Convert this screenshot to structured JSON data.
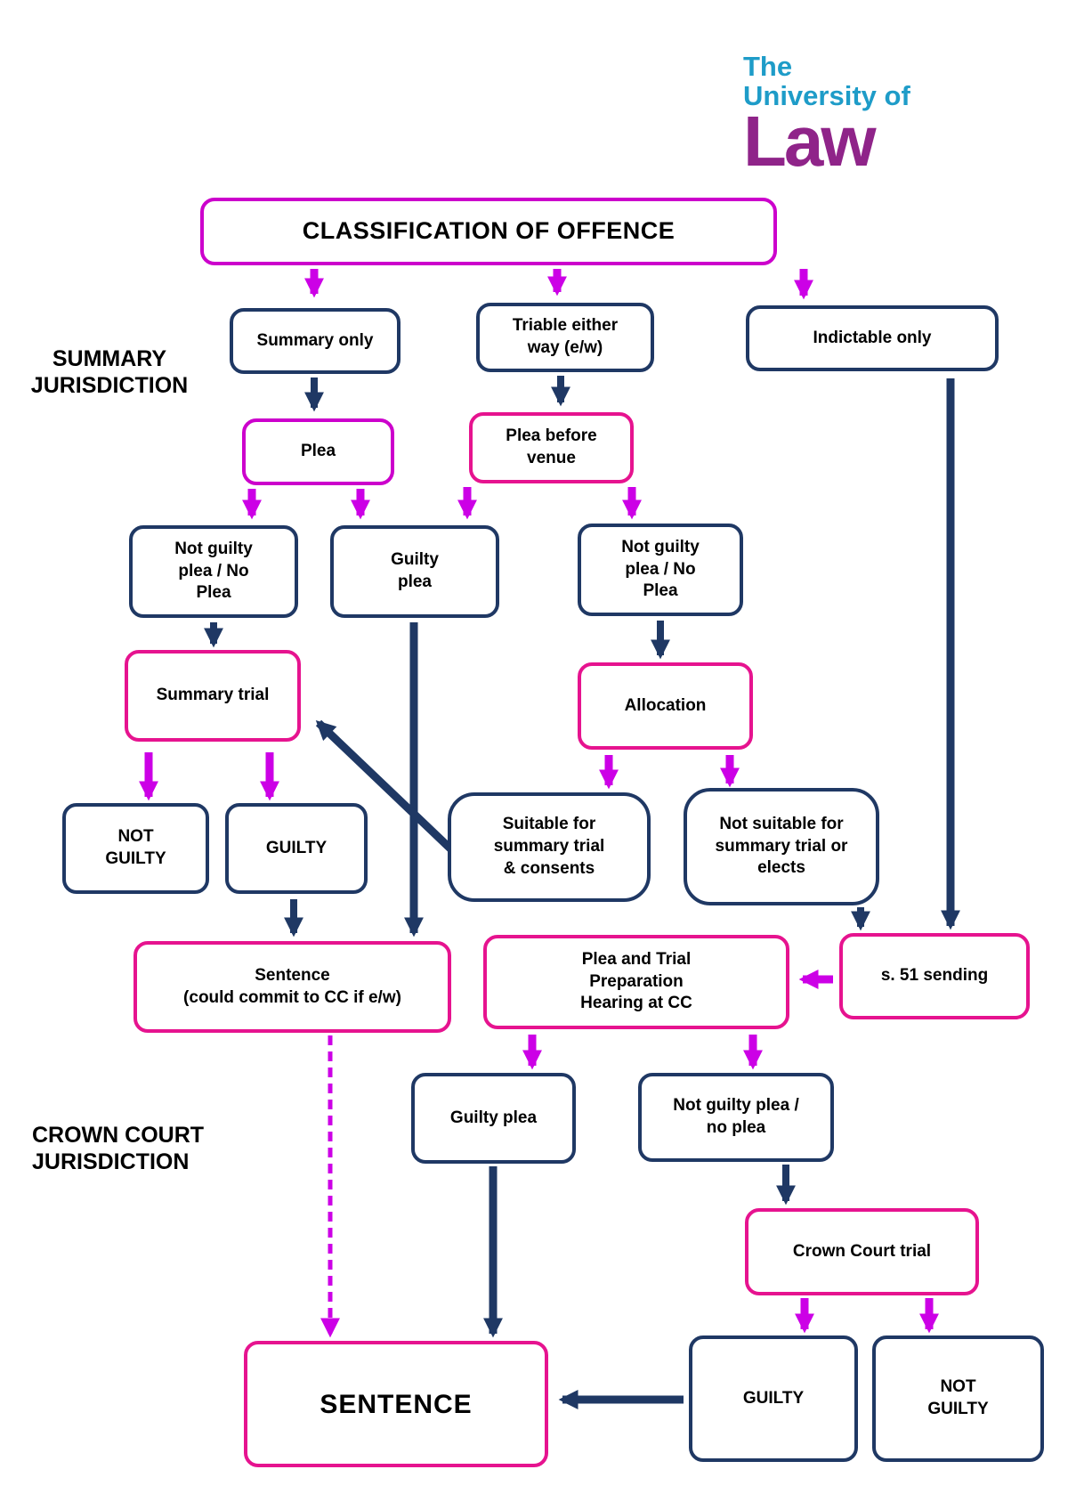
{
  "logo": {
    "line1": "The",
    "line2": "University of",
    "line3": "Law"
  },
  "sections": {
    "summary_jurisdiction": "SUMMARY\nJURISDICTION",
    "crown_court_jurisdiction": "CROWN COURT\nJURISDICTION"
  },
  "nodes": {
    "classification": "CLASSIFICATION OF OFFENCE",
    "summary_only": "Summary only",
    "triable_either_way": "Triable either\nway (e/w)",
    "indictable_only": "Indictable only",
    "plea": "Plea",
    "plea_before_venue": "Plea before\nvenue",
    "not_guilty_plea_summary": "Not guilty\nplea / No\nPlea",
    "guilty_plea_summary": "Guilty\nplea",
    "not_guilty_plea_venue": "Not guilty\nplea / No\nPlea",
    "summary_trial": "Summary trial",
    "allocation": "Allocation",
    "not_guilty_outcome_summary": "NOT\nGUILTY",
    "guilty_outcome_summary": "GUILTY",
    "suitable_summary": "Suitable for\nsummary trial\n& consents",
    "not_suitable_summary": "Not suitable for\nsummary trial or\nelects",
    "sentence_magistrates": "Sentence\n(could commit to CC if e/w)",
    "ptph": "Plea and Trial\nPreparation\nHearing at CC",
    "s51_sending": "s. 51 sending",
    "guilty_plea_cc": "Guilty plea",
    "not_guilty_plea_cc": "Not guilty plea /\nno plea",
    "crown_court_trial": "Crown Court trial",
    "guilty_outcome_cc": "GUILTY",
    "not_guilty_outcome_cc": "NOT\nGUILTY",
    "sentence_final": "SENTENCE"
  },
  "colors": {
    "navy": "#1F3864",
    "pink": "#E6138F",
    "magenta": "#CC00CC",
    "arrow_magenta": "#CC00E6",
    "logo_teal": "#1E9CC8",
    "logo_purple": "#8F2489",
    "text": "#000000",
    "background": "#FFFFFF"
  }
}
